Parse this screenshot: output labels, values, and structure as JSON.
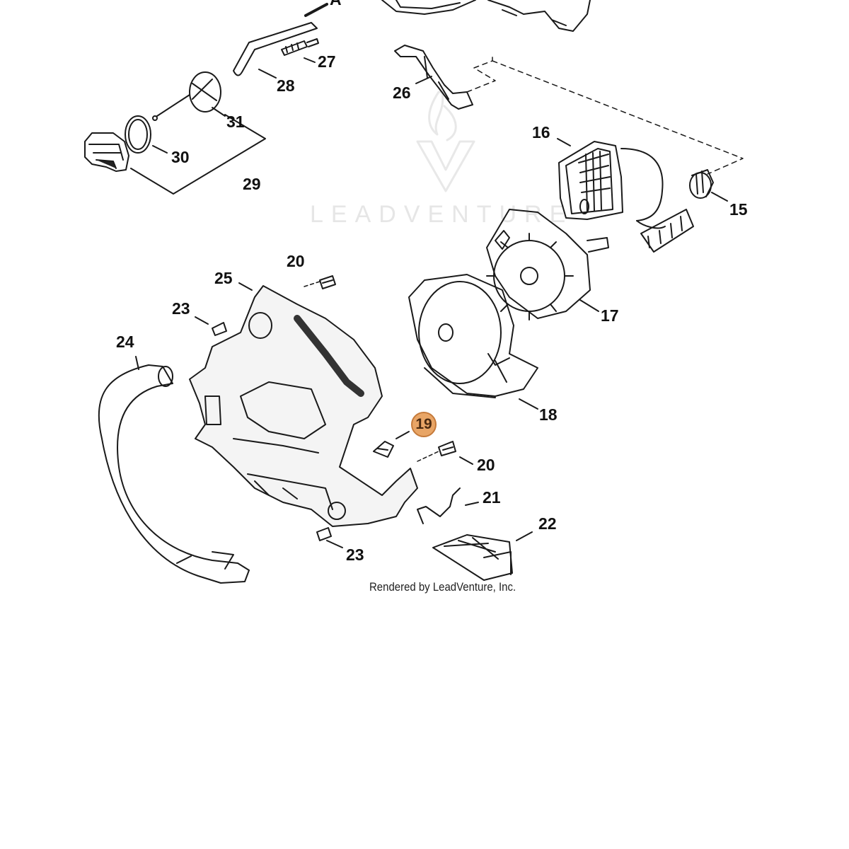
{
  "diagram": {
    "footer_text": "Rendered by LeadVenture, Inc.",
    "watermark_text": "LEADVENTURE",
    "highlight_color": "#e8a566",
    "part_labels": [
      {
        "id": "27",
        "text": "27"
      },
      {
        "id": "28",
        "text": "28"
      },
      {
        "id": "26",
        "text": "26"
      },
      {
        "id": "31",
        "text": "31"
      },
      {
        "id": "30",
        "text": "30"
      },
      {
        "id": "29",
        "text": "29"
      },
      {
        "id": "16",
        "text": "16"
      },
      {
        "id": "15",
        "text": "15"
      },
      {
        "id": "20a",
        "text": "20"
      },
      {
        "id": "25",
        "text": "25"
      },
      {
        "id": "23a",
        "text": "23"
      },
      {
        "id": "24",
        "text": "24"
      },
      {
        "id": "17",
        "text": "17"
      },
      {
        "id": "18",
        "text": "18"
      },
      {
        "id": "20b",
        "text": "20"
      },
      {
        "id": "21",
        "text": "21"
      },
      {
        "id": "22",
        "text": "22"
      },
      {
        "id": "23b",
        "text": "23"
      }
    ],
    "highlighted_part": "19",
    "top_marker": "A"
  }
}
